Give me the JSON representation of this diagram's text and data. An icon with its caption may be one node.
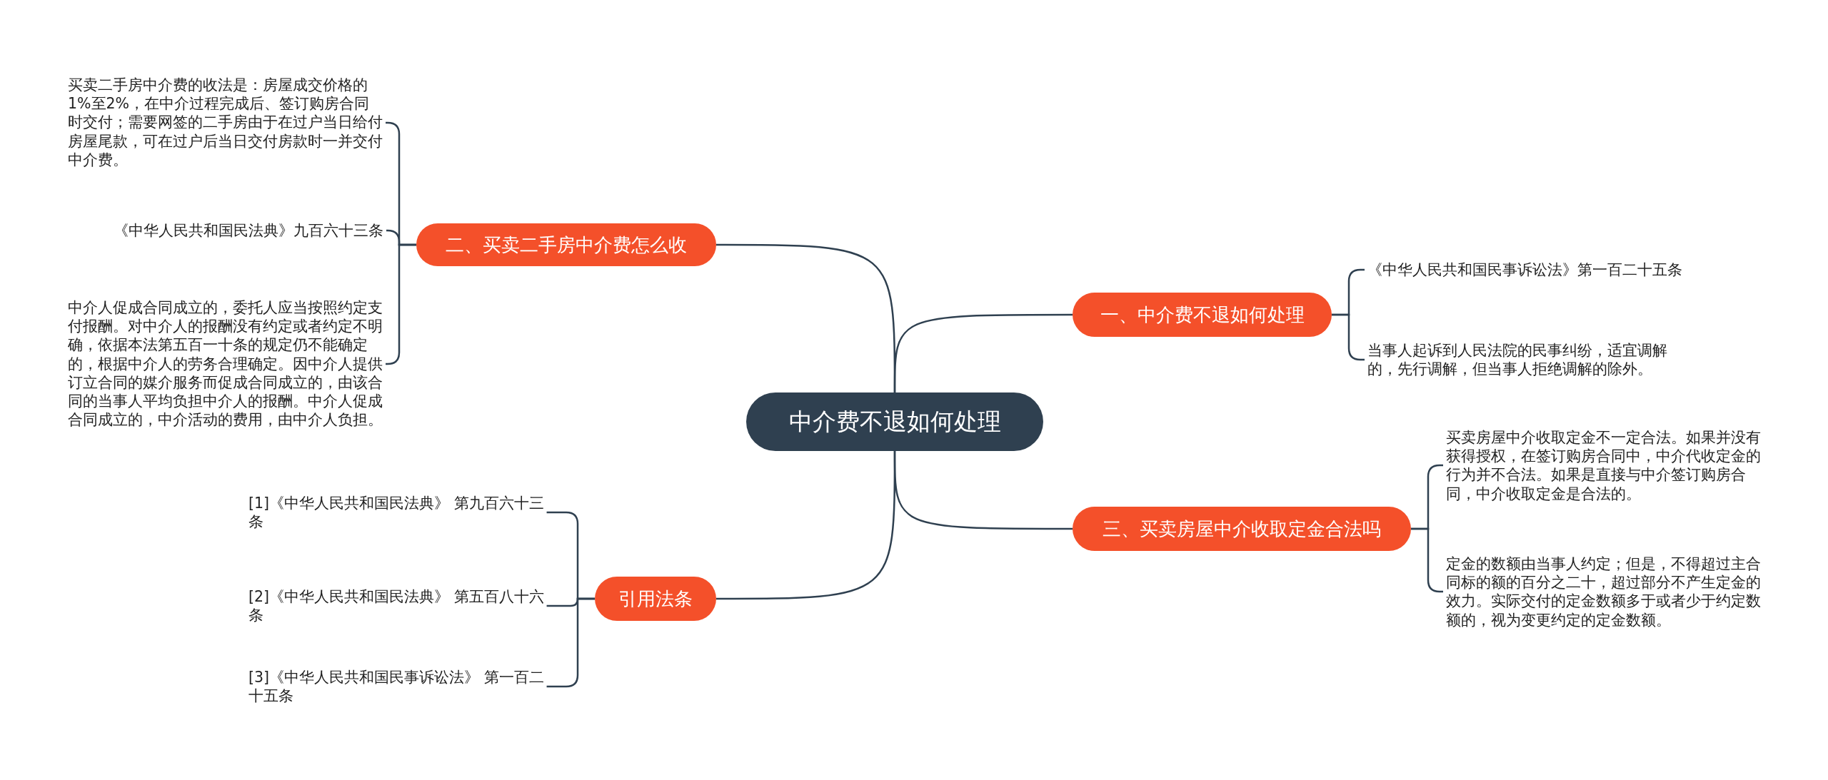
{
  "diagram": {
    "nodes": [
      {
        "text": [
          "中介费不退如何处理"
        ]
      },
      {
        "text": [
          "二、买卖二手房中介费怎么收"
        ]
      },
      {
        "text": [
          "买卖二手房中介费的收法是：房屋成交价格的1%至2%，在中介过程完成后、签订购房合同时交付；需要网签的二手房由于在过户当日给付房屋尾款，可在过户后当日交付房款时一并交付中介费。"
        ]
      },
      {
        "text": [
          "《中华人民共和国民法典》九百六十三条"
        ]
      },
      {
        "text": [
          "中介人促成合同成立的，委托人应当按照约定支付报酬。对中介人的报酬没有约定或者约定不明确，依据本法第五百一十条的规定仍不能确定的，根据中介人的劳务合理确定。因中介人提供订立合同的媒介服务而促成合同成立的，由该合同的当事人平均负担中介人的报酬。中介人促成合同成立的，中介活动的费用，由中介人负担。"
        ]
      },
      {
        "text": [
          "一、中介费不退如何处理"
        ]
      },
      {
        "text": [
          "《中华人民共和国民事诉讼法》第一百二十五条"
        ]
      },
      {
        "text": [
          "当事人起诉到人民法院的民事纠纷，适宜调解的，先行调解，但当事人拒绝调解的除外。"
        ]
      },
      {
        "text": [
          "三、买卖房屋中介收取定金合法吗"
        ]
      },
      {
        "text": [
          "买卖房屋中介收取定金不一定合法。如果并没有获得授权，在签订购房合同中，中介代收定金的行为并不合法。如果是直接与中介签订购房合同，中介收取定金是合法的。"
        ]
      },
      {
        "text": [
          "定金的数额由当事人约定；但是，不得超过主合同标的额的百分之二十，超过部分不产生定金的效力。实际交付的定金数额多于或者少于约定数额的，视为变更约定的定金数额。"
        ]
      },
      {
        "text": [
          "引用法条"
        ]
      },
      {
        "text": [
          "[1]《中华人民共和国民法典》 第九百六十三条"
        ]
      },
      {
        "text": [
          "[2]《中华人民共和国民法典》 第五百八十六条"
        ]
      },
      {
        "text": [
          "[3]《中华人民共和国民事诉讼法》 第一百二十五条"
        ]
      }
    ],
    "edges": [
      {
        "from": 0,
        "to": 1,
        "arrow": "none"
      },
      {
        "from": 1,
        "to": 2,
        "arrow": "none"
      },
      {
        "from": 1,
        "to": 3,
        "arrow": "none"
      },
      {
        "from": 1,
        "to": 4,
        "arrow": "none"
      },
      {
        "from": 0,
        "to": 5,
        "arrow": "none"
      },
      {
        "from": 5,
        "to": 6,
        "arrow": "none"
      },
      {
        "from": 5,
        "to": 7,
        "arrow": "none"
      },
      {
        "from": 0,
        "to": 8,
        "arrow": "none"
      },
      {
        "from": 8,
        "to": 9,
        "arrow": "none"
      },
      {
        "from": 8,
        "to": 10,
        "arrow": "none"
      },
      {
        "from": 0,
        "to": 11,
        "arrow": "none"
      },
      {
        "from": 11,
        "to": 12,
        "arrow": "none"
      },
      {
        "from": 11,
        "to": 13,
        "arrow": "none"
      },
      {
        "from": 11,
        "to": 14,
        "arrow": "none"
      }
    ]
  }
}
